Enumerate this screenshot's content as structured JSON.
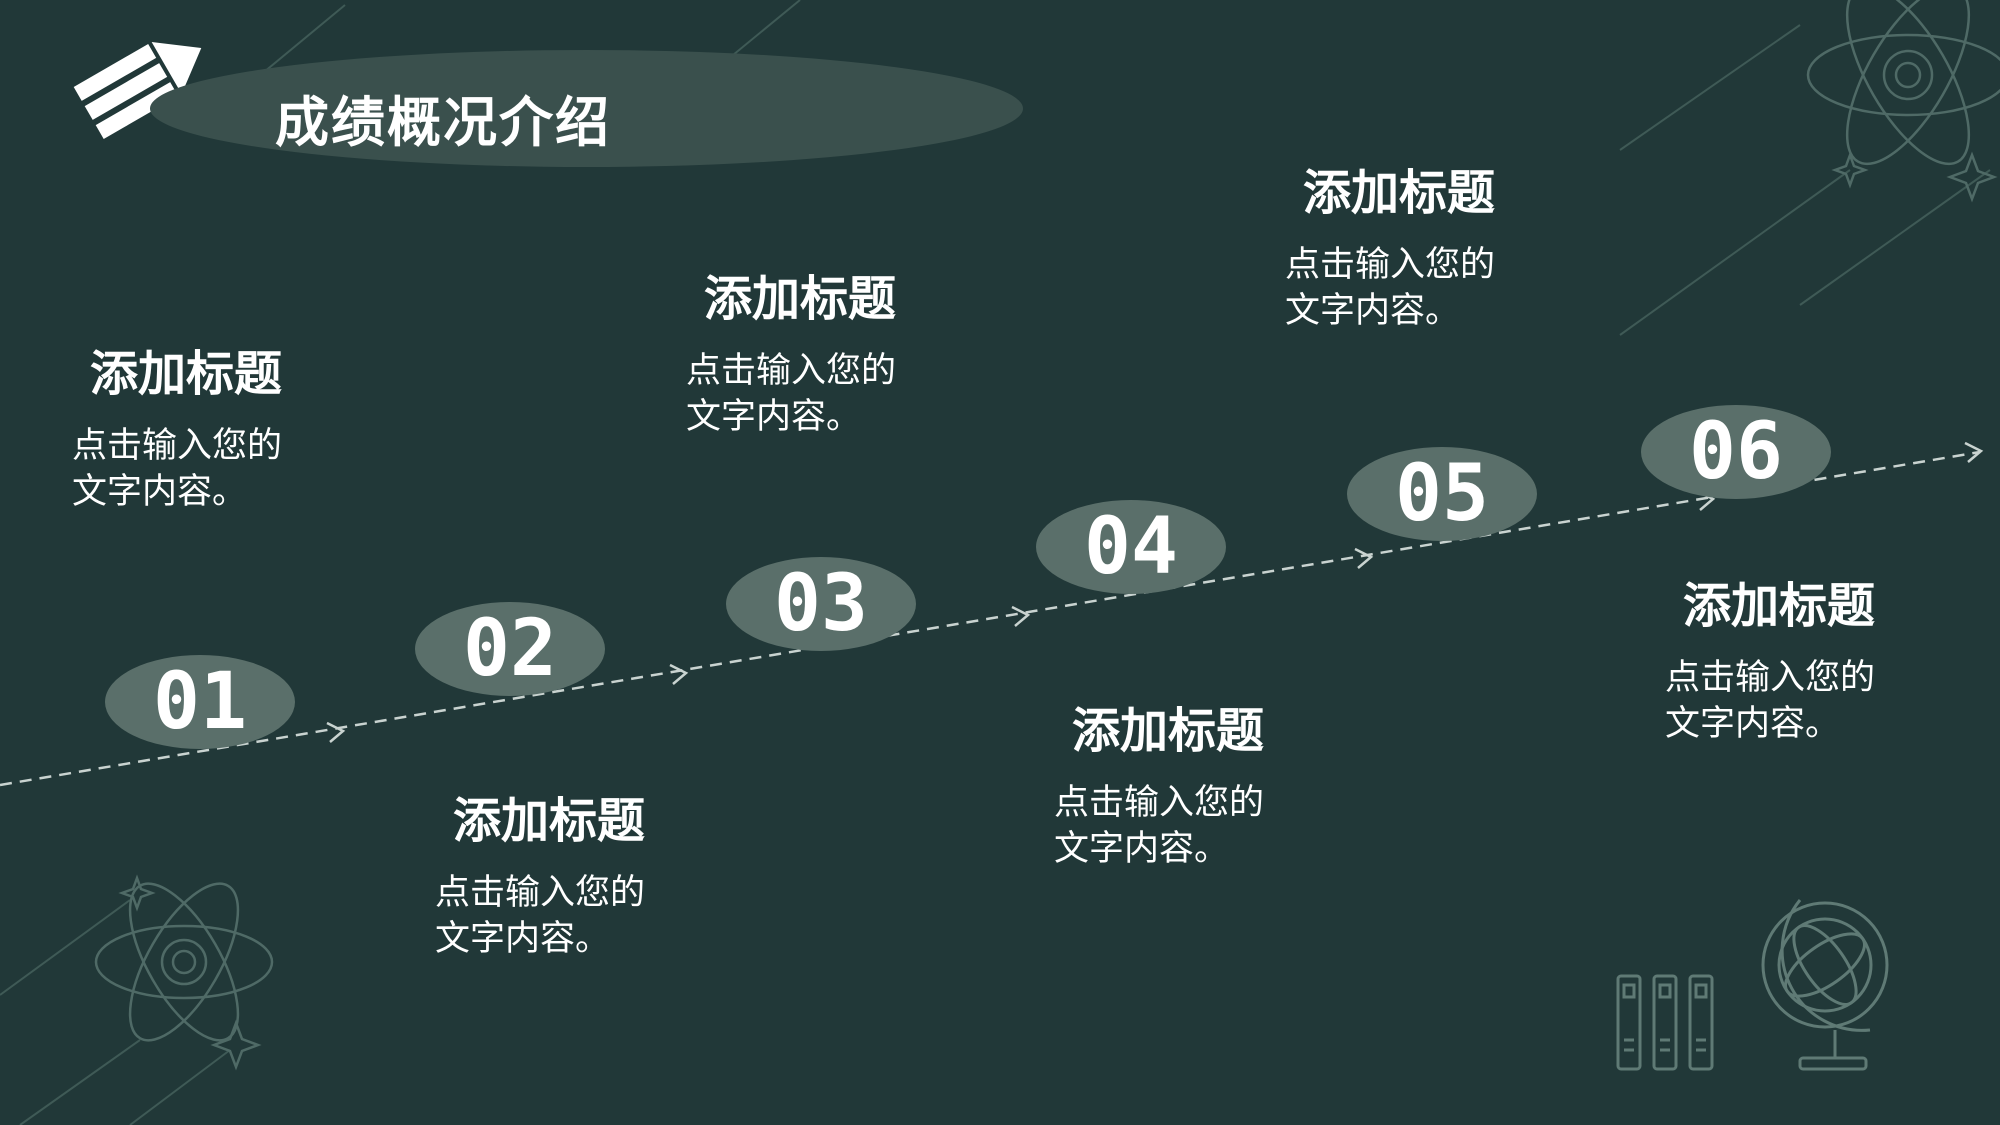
{
  "slide": {
    "title": "成绩概况介绍",
    "title_icon": "pencil-icon"
  },
  "steps": [
    {
      "number": "01",
      "title": "添加标题",
      "body_line1": "点击输入您的",
      "body_line2": "文字内容。"
    },
    {
      "number": "02",
      "title": "添加标题",
      "body_line1": "点击输入您的",
      "body_line2": "文字内容。"
    },
    {
      "number": "03",
      "title": "添加标题",
      "body_line1": "点击输入您的",
      "body_line2": "文字内容。"
    },
    {
      "number": "04",
      "title": "添加标题",
      "body_line1": "点击输入您的",
      "body_line2": "文字内容。"
    },
    {
      "number": "05",
      "title": "添加标题",
      "body_line1": "点击输入您的",
      "body_line2": "文字内容。"
    },
    {
      "number": "06",
      "title": "添加标题",
      "body_line1": "点击输入您的",
      "body_line2": "文字内容。"
    }
  ],
  "decorations": [
    "atom-icon",
    "books-icon",
    "globe-icon",
    "sparkle-icon"
  ],
  "colors": {
    "background": "#213838",
    "title_pill": "#3a504d",
    "badge": "#5a6f6a",
    "line_art": "#4f6a66",
    "text": "#ffffff"
  }
}
